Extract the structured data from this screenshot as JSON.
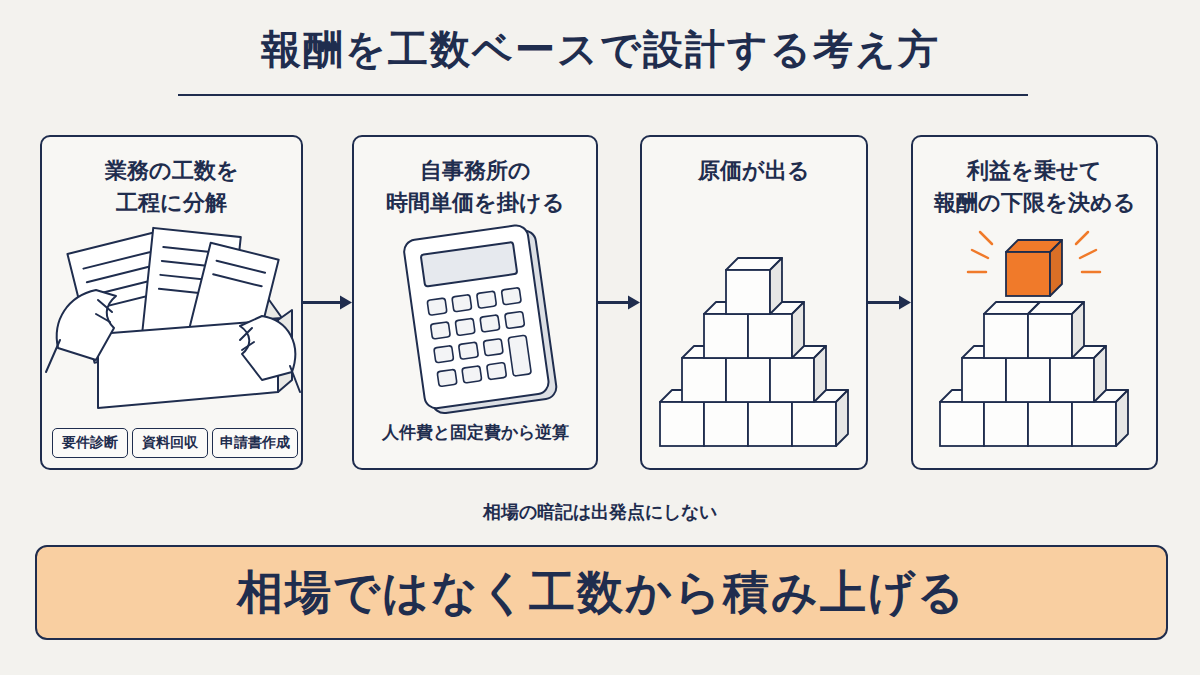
{
  "diagram": {
    "title": "報酬を工数ベースで設計する考え方",
    "nodes": [
      {
        "text": [
          "業務の工数を 工程に分解"
        ]
      },
      {
        "text": [
          "要件診断"
        ],
        "in": 0
      },
      {
        "text": [
          "資料回収"
        ],
        "in": 0
      },
      {
        "text": [
          "申請書作成"
        ],
        "in": 0
      },
      {
        "text": [
          "自事務所の 時間単価を掛ける",
          "人件費と固定費から逆算"
        ]
      },
      {
        "text": [
          "原価が出る"
        ]
      },
      {
        "text": [
          "利益を乗せて 報酬の下限を決める"
        ]
      },
      {
        "text": [
          "相場ではなく工数から積み上げる"
        ]
      }
    ],
    "edges": [
      {
        "from": 0,
        "to": 4,
        "arrow": "to"
      },
      {
        "from": 4,
        "to": 5,
        "arrow": "to"
      },
      {
        "from": 5,
        "to": 6,
        "arrow": "to"
      }
    ],
    "labels": [
      "相場の暗記は出発点にしない"
    ]
  }
}
